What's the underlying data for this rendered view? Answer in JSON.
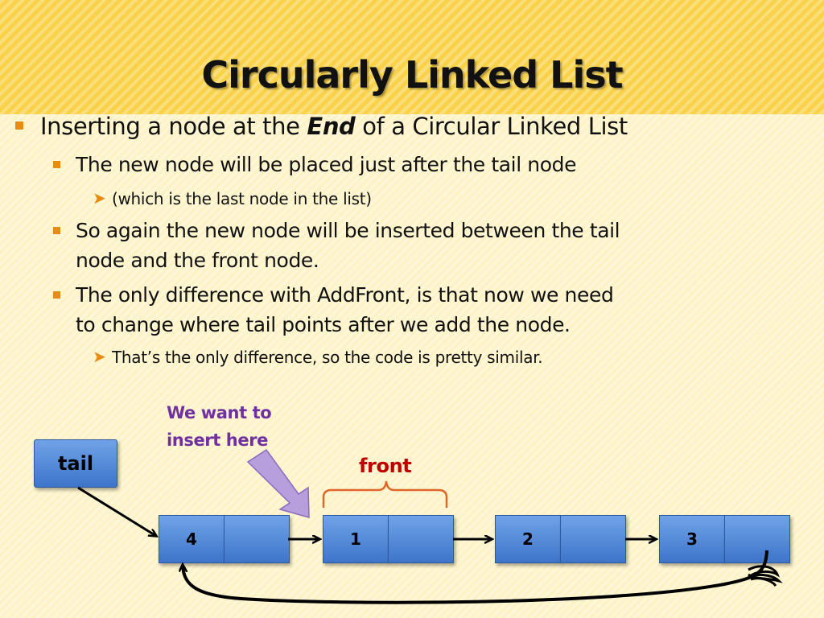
{
  "slide": {
    "title": "Circularly Linked List",
    "bullets": [
      {
        "prefix": "Inserting a node at the ",
        "emphasis": "End",
        "suffix": " of a Circular Linked List"
      },
      {
        "text": "The new node will be placed just after the tail node"
      },
      {
        "text": "(which is the last node in the list)"
      },
      {
        "text": "So again the new node will be inserted between the tail"
      },
      {
        "text": "node and the front node."
      },
      {
        "text": "The only difference with AddFront, is that now we need"
      },
      {
        "text": "to change where tail points after we add the node."
      },
      {
        "text": "That’s the only difference, so the code is pretty similar."
      }
    ]
  },
  "diagram": {
    "annotation_line1": "We want to",
    "annotation_line2": "insert here",
    "front_label": "front",
    "tail_label": "tail",
    "nodes": [
      {
        "value": "4"
      },
      {
        "value": "1"
      },
      {
        "value": "2"
      },
      {
        "value": "3"
      }
    ],
    "colors": {
      "node_fill": "#4f86d9",
      "bullet": "#e88b14",
      "annotation": "#7030a0",
      "front": "#c00000",
      "brace": "#e0662a",
      "pointer_arrow": "#b79fdd"
    }
  }
}
